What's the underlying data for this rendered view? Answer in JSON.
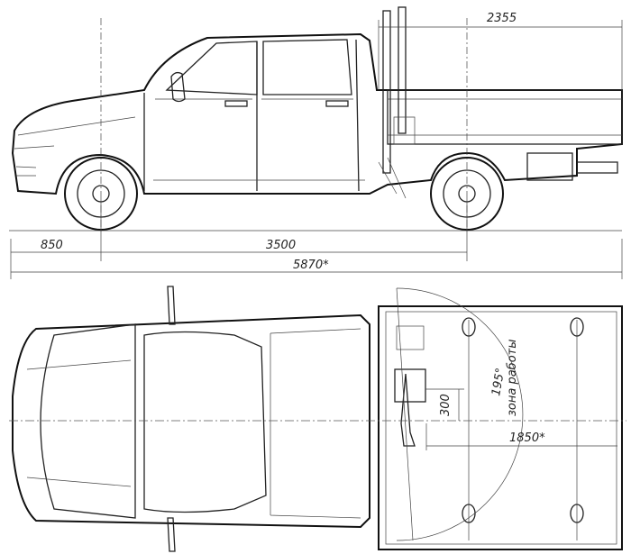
{
  "title": "UAZ Pickup with crane-manipulator – dimensional drawing",
  "side_view": {
    "bed_length": "2355",
    "front_overhang": "850",
    "wheelbase": "3500",
    "overall_length": "5870*"
  },
  "top_view": {
    "crane_offset": "300",
    "rotation_angle": "195°",
    "working_zone_label": "зона работы",
    "reach": "1850*"
  }
}
